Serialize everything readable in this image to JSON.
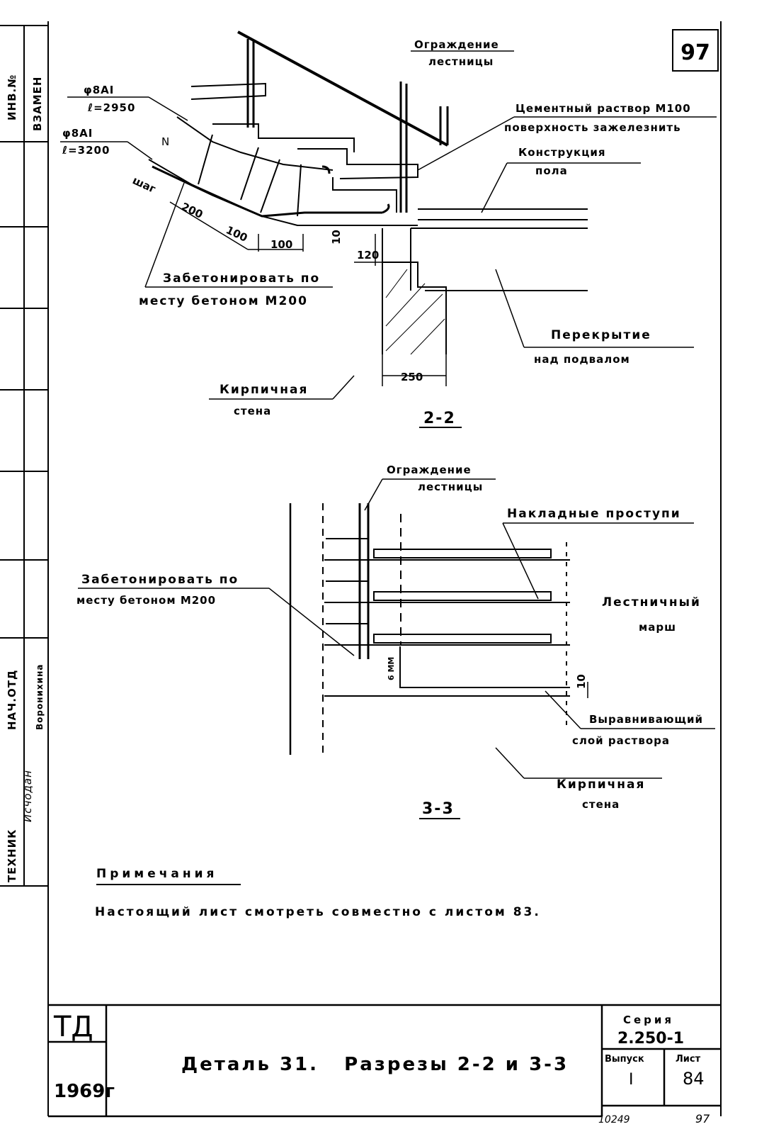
{
  "sheet": {
    "page_number": "97",
    "margin": {
      "inv_label": "ИНВ.№",
      "replace_label": "ВЗАМЕН",
      "tech_label": "ТЕХНИК",
      "tech_name": "Исчодан",
      "checked_label": "НАЧ.ОТД",
      "checked_name": "Воронихина"
    }
  },
  "section_2_2": {
    "railing_line1": "Ограждение",
    "railing_line2": "лестницы",
    "rebar1_a": "φ8АI",
    "rebar1_b": "ℓ=2950",
    "rebar2_a": "φ8АI",
    "rebar2_b": "ℓ=3200",
    "step_label": "шаг",
    "n_label": "N",
    "dim_200": "200",
    "dim_100a": "100",
    "dim_100b": "100",
    "dim_10": "10",
    "dim_120": "120",
    "dim_250": "250",
    "cement_line1": "Цементный раствор М100",
    "cement_line2": "поверхность зажелезнить",
    "floor_line1": "Конструкция",
    "floor_line2": "пола",
    "concrete_line1": "Забетонировать по",
    "concrete_line2": "месту бетоном М200",
    "slab_line1": "Перекрытие",
    "slab_line2": "над подвалом",
    "wall_line1": "Кирпичная",
    "wall_line2": "стена",
    "section_title": "2-2"
  },
  "section_3_3": {
    "railing_line1": "Ограждение",
    "railing_line2": "лестницы",
    "treads": "Накладные проступи",
    "concrete_line1": "Забетонировать по",
    "concrete_line2": "месту бетоном М200",
    "flight_line1": "Лестничный",
    "flight_line2": "марш",
    "dim_6": "6 ММ",
    "dim_10": "10",
    "mortar_line1": "Выравнивающий",
    "mortar_line2": "слой раствора",
    "wall_line1": "Кирпичная",
    "wall_line2": "стена",
    "section_title": "3-3"
  },
  "notes": {
    "heading": "Примечания",
    "text": "Настоящий лист смотреть совместно с листом 83."
  },
  "title_block": {
    "org": "ТД",
    "year": "1969г",
    "title": "Деталь 31.   Разрезы 2-2 и 3-3",
    "series_label": "Серия",
    "series_value": "2.250-1",
    "issue_label": "Выпуск",
    "issue_value": "I",
    "sheet_label": "Лист",
    "sheet_value": "84",
    "archive_no": "10249",
    "page_no": "97"
  }
}
